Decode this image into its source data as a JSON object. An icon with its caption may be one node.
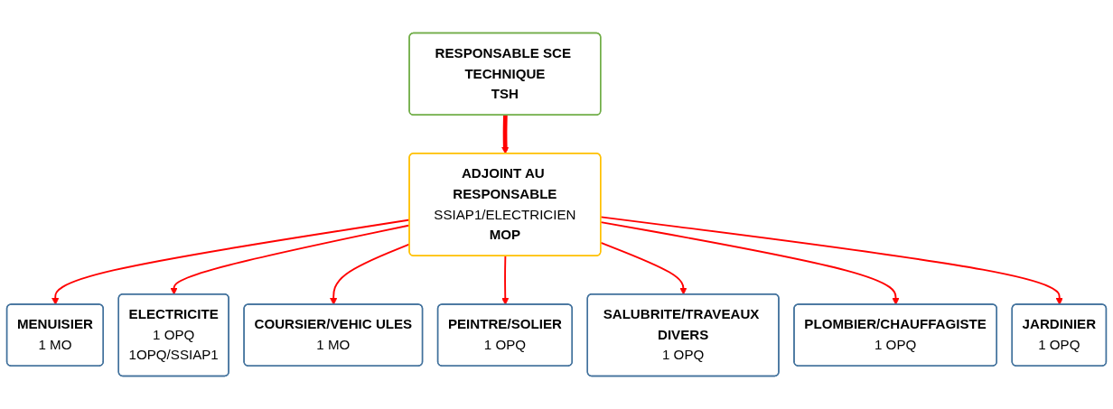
{
  "diagram": {
    "nodes": [
      {
        "text": [
          "RESPONSABLE SCE TECHNIQUE",
          "TSH"
        ]
      },
      {
        "text": [
          "ADJOINT AU RESPONSABLE",
          "SSIAP1/ELECTRICIEN",
          "MOP"
        ]
      },
      {
        "text": [
          "MENUISIER",
          "1 MO"
        ]
      },
      {
        "text": [
          "ELECTRICITE",
          "1 OPQ",
          "1OPQ/SSIAP1"
        ]
      },
      {
        "text": [
          "COURSIER/VEHIC ULES",
          "1 MO"
        ]
      },
      {
        "text": [
          "PEINTRE/SOLIER",
          "1 OPQ"
        ]
      },
      {
        "text": [
          "SALUBRITE/TRAVEAUX DIVERS",
          "1 OPQ"
        ]
      },
      {
        "text": [
          "PLOMBIER/CHAUFFAGISTE",
          "1 OPQ"
        ]
      },
      {
        "text": [
          "JARDINIER",
          "1 OPQ"
        ]
      }
    ],
    "edges": [
      {
        "from": 0,
        "to": 1,
        "arrow": "to",
        "style": "thick",
        "color": "#ff0000"
      },
      {
        "from": 1,
        "to": 2,
        "arrow": "to",
        "color": "#ff0000"
      },
      {
        "from": 1,
        "to": 3,
        "arrow": "to",
        "color": "#ff0000"
      },
      {
        "from": 1,
        "to": 4,
        "arrow": "to",
        "color": "#ff0000"
      },
      {
        "from": 1,
        "to": 5,
        "arrow": "to",
        "color": "#ff0000"
      },
      {
        "from": 1,
        "to": 6,
        "arrow": "to",
        "color": "#ff0000"
      },
      {
        "from": 1,
        "to": 7,
        "arrow": "to",
        "color": "#ff0000"
      },
      {
        "from": 1,
        "to": 8,
        "arrow": "to",
        "color": "#ff0000"
      }
    ]
  }
}
